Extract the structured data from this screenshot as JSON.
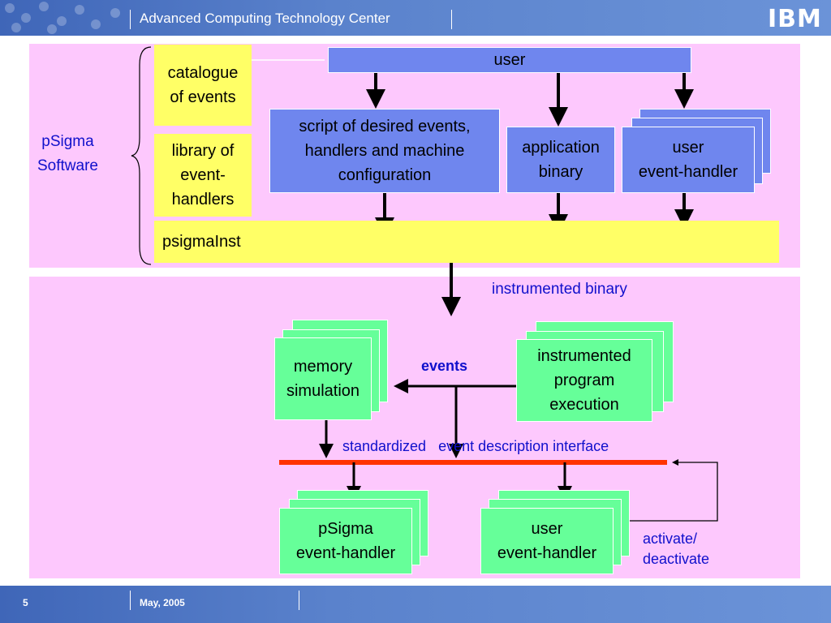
{
  "header": {
    "title": "Advanced Computing Technology Center",
    "logo": "IBM"
  },
  "footer": {
    "page": "5",
    "date": "May, 2005"
  },
  "labels": {
    "psigma_software": "pSigma\nSoftware",
    "instrumented_binary": "instrumented  binary",
    "events": "events",
    "interface": "standardized   event description interface",
    "activate": "activate/\ndeactivate"
  },
  "boxes": {
    "catalogue": "catalogue\nof events",
    "library": "library of\nevent-\nhandlers",
    "psigmainst": "psigmaInst",
    "user": "user",
    "script": "script of desired events,\nhandlers and machine\nconfiguration",
    "app_binary": "application\nbinary",
    "user_handler_top": "user\nevent-handler",
    "memory_sim": "memory\nsimulation",
    "instr_exec": "instrumented\nprogram\nexecution",
    "psigma_handler": "pSigma\nevent-handler",
    "user_handler_bottom": "user\nevent-handler"
  },
  "colors": {
    "panel": "#fdc8fd",
    "yellow": "#ffff66",
    "blue": "#6f86ee",
    "green": "#66ff99",
    "interface_bar": "#ff3300",
    "label_text": "#1010cc"
  }
}
